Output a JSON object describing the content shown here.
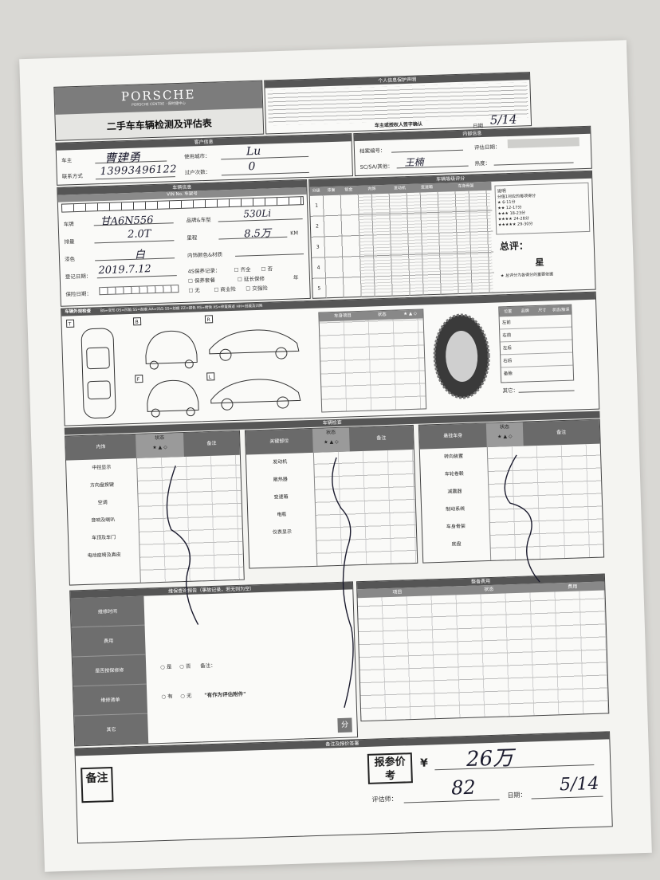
{
  "header": {
    "brand": "PORSCHE",
    "brand_sub": "PORSCHE CENTRE · 保时捷中心",
    "title": "二手车车辆检测及评估表",
    "privacy_title": "个人信息保护声明",
    "owner_confirm": "车主或授权人签字确认"
  },
  "customer": {
    "section": "客户信息",
    "owner_label": "车主",
    "owner_value": "曹建勇",
    "city_label": "使用城市：",
    "city_value": "Lu",
    "contact_label": "联系方式",
    "contact_value": "13993496122",
    "transfer_label": "过户次数：",
    "transfer_value": "0",
    "date_label": "日期",
    "date_value": "5/14"
  },
  "internal": {
    "section": "内部信息",
    "file_label": "档案编号：",
    "eval_date_label": "评估日期：",
    "sc_label": "SC/SA/其他：",
    "sc_value": "王楠",
    "heat_label": "热度："
  },
  "vehicle": {
    "section": "车辆信息",
    "vin_label": "VIN No. 车架号",
    "plate_label": "车牌",
    "plate_value": "甘A6N556",
    "model_label": "品牌&车型",
    "model_value": "530Li",
    "displacement_label": "排量",
    "displacement_value": "2.0T",
    "mileage_label": "里程",
    "mileage_value": "8.5万",
    "mileage_unit": "KM",
    "paint_label": "漆色",
    "paint_value": "白",
    "interior_label": "内饰颜色&材质",
    "reg_label": "登记日期：",
    "reg_value": "2019.7.12",
    "record_label": "4S保养记录：",
    "opt_full": "齐全",
    "opt_no": "否",
    "opt_expired": "保养套餐",
    "opt_extended": "延长保修",
    "opt_none": "无",
    "opt_business": "商业险",
    "opt_compulsory": "交强险",
    "insurance_label": "保险日期：",
    "year_unit": "年"
  },
  "rating": {
    "section": "车辆等级评分",
    "headers": [
      "分级",
      "漆面",
      "钣金",
      "内饰",
      "发动机",
      "变速箱",
      "车身骨架"
    ],
    "grades": [
      "1",
      "2",
      "3",
      "4",
      "5"
    ],
    "legend_title": "说明",
    "legend_lines": [
      "分值1对应的每项得分",
      "★ 6-11分",
      "★★ 12-17分",
      "★★★ 18-23分",
      "★★★★ 24-28分",
      "★★★★★ 29-30分"
    ],
    "total_label": "总评：",
    "stars_label": "星",
    "note": "总评分为各得分的重要依据"
  },
  "exterior": {
    "section": "车辆外观检查",
    "legend": "BS=变形 DS=凹陷 SS=刮痕 AA=凹凸 SS=划痕 ZZ=褪色 RS=锈蚀 XS=修复痕迹 HH=划痕及凹陷",
    "views": [
      "T",
      "B",
      "R",
      "F",
      "L"
    ],
    "parts_label": "车身项目",
    "status_label": "状态",
    "tire_headers": [
      "位置",
      "品牌",
      "尺寸",
      "状态/胎深"
    ],
    "tire_positions": [
      "左前",
      "右前",
      "左后",
      "右后",
      "备胎"
    ],
    "other_label": "其它："
  },
  "check": {
    "section": "车辆检查",
    "interior": {
      "title": "内饰",
      "status": "状态",
      "remark": "备注",
      "items": [
        "中控显示",
        "方向盘按键",
        "空调",
        "音响及喇叭",
        "车顶及车门",
        "电动座椅及真皮"
      ]
    },
    "key": {
      "title": "关键部位",
      "status": "状态",
      "remark": "备注",
      "items": [
        "发动机",
        "散热器",
        "变速箱",
        "电瓶",
        "仪表显示"
      ]
    },
    "chassis": {
      "title": "悬挂车身",
      "status": "状态",
      "remark": "备注",
      "items": [
        "转向装置",
        "车轮卷毂",
        "减震器",
        "制动系统",
        "车身骨架",
        "底盘"
      ]
    },
    "marks": "★ ▲ ◇"
  },
  "maintenance": {
    "section": "维保查询报告（事故记录，若无则为空）",
    "rows": [
      "维修时间",
      "费用",
      "是否按保修修",
      "维修清单",
      "其它"
    ],
    "opt_yes": "是",
    "opt_no": "否",
    "remark_label": "备注：",
    "opt_have": "有",
    "opt_nothave": "无",
    "attach_note": "\"有作为评估附件\""
  },
  "prep": {
    "section": "整备费用",
    "headers": [
      "项目",
      "状态",
      "费用"
    ]
  },
  "footer": {
    "section": "备注及报价签署",
    "remark_label": "备注",
    "price_label": "报参价考",
    "currency": "¥",
    "price_value": "26万",
    "evaluator_label": "评估师：",
    "evaluator_value": "82",
    "date_label": "日期：",
    "date_value": "5/14",
    "fen_badge": "分"
  }
}
